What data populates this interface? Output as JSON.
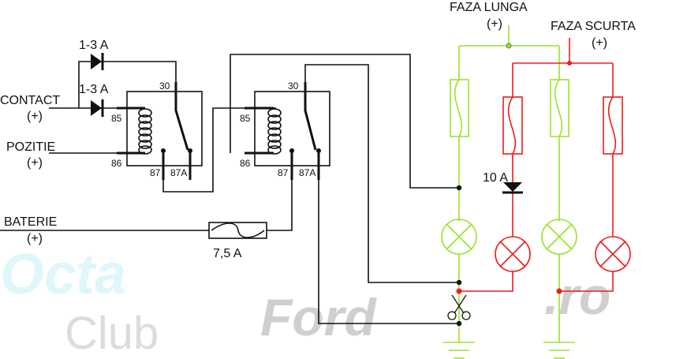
{
  "watermark": {
    "part1": "Octa",
    "part2": "Club",
    "part3": "Ford",
    "part4": ".ro"
  },
  "labels": {
    "diode_top": "1-3 A",
    "diode_bottom": "1-3 A",
    "contact": "CONTACT",
    "contact_sign": "(+)",
    "pozitie": "POZITIE",
    "pozitie_sign": "(+)",
    "baterie": "BATERIE",
    "baterie_sign": "(+)",
    "fuse_main": "7,5 A",
    "diode_10a": "10 A",
    "faza_lunga": "FAZA LUNGA",
    "faza_lunga_sign": "(+)",
    "faza_scurta": "FAZA SCURTA",
    "faza_scurta_sign": "(+)"
  },
  "relay1": {
    "p30": "30",
    "p85": "85",
    "p86": "86",
    "p87": "87",
    "p87a": "87A"
  },
  "relay2": {
    "p30": "30",
    "p85": "85",
    "p86": "86",
    "p87": "87",
    "p87a": "87A"
  },
  "colors": {
    "high_beam": "#9be22b",
    "low_beam": "#ee1c1c",
    "wire": "#111111"
  }
}
